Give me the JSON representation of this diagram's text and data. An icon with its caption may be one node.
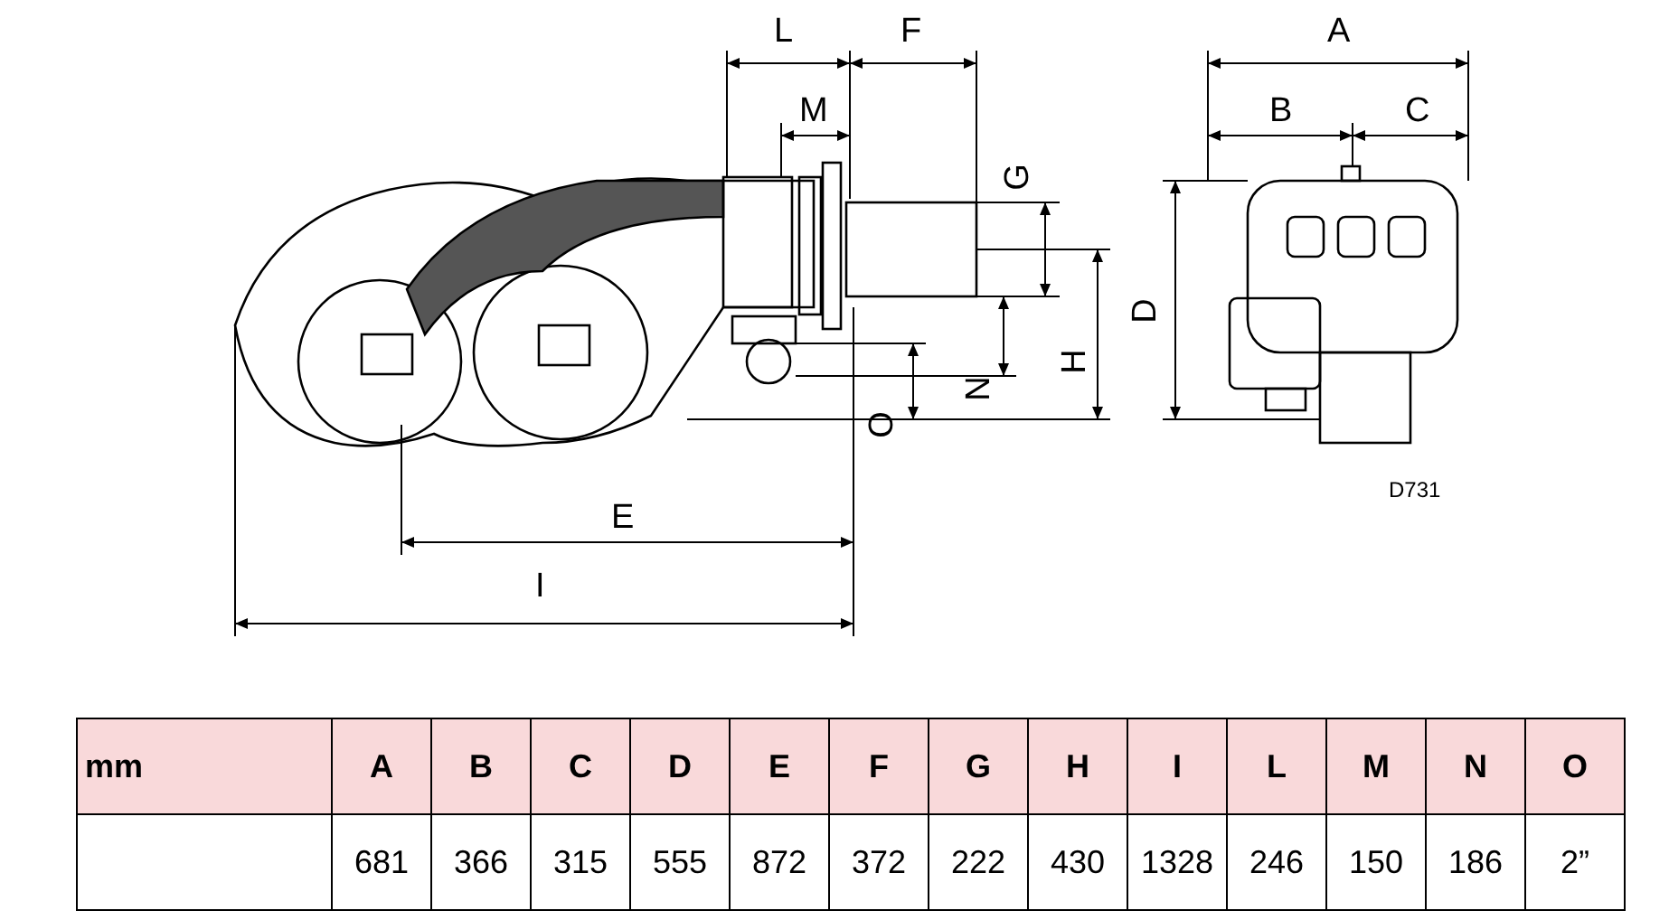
{
  "diagram": {
    "labels": [
      "L",
      "F",
      "M",
      "G",
      "A",
      "B",
      "C",
      "D",
      "H",
      "N",
      "O",
      "E",
      "I",
      "D731",
      "mm",
      "A",
      "B",
      "C",
      "D",
      "E",
      "F",
      "G",
      "H",
      "I",
      "L",
      "M",
      "N",
      "O",
      "681",
      "366",
      "315",
      "555",
      "872",
      "372",
      "222",
      "430",
      "1328",
      "246",
      "150",
      "186",
      "2”"
    ]
  }
}
